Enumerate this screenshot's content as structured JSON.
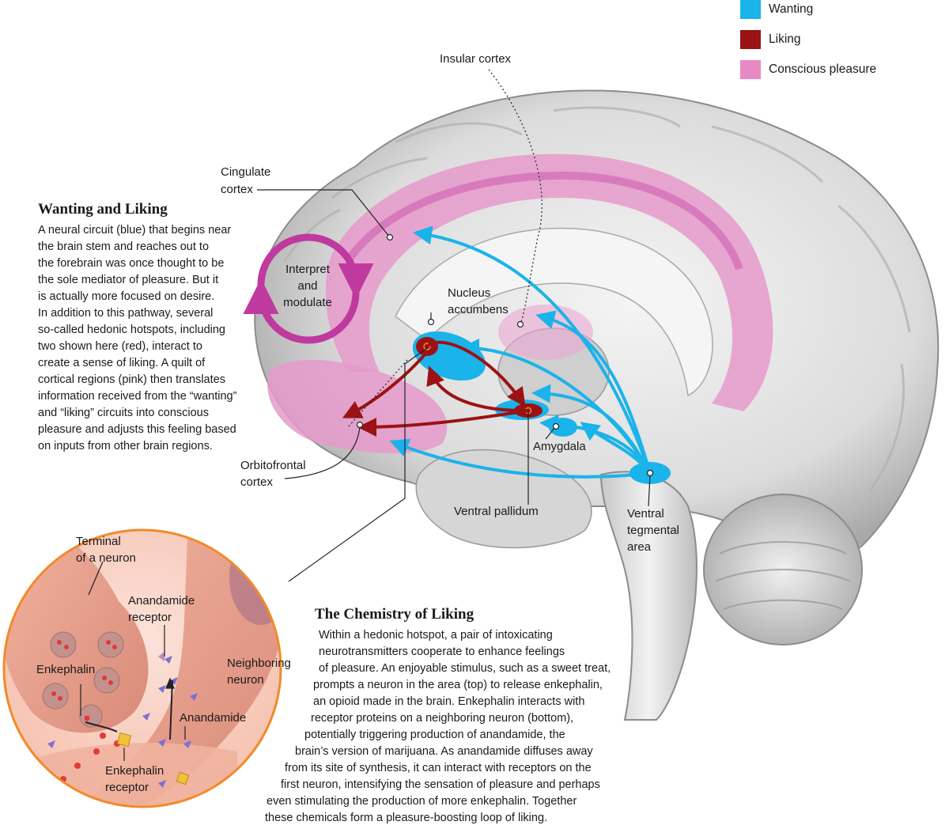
{
  "legend": [
    {
      "label": "Wanting",
      "color": "#1ab3ea"
    },
    {
      "label": "Liking",
      "color": "#9b1214"
    },
    {
      "label": "Conscious pleasure",
      "color": "#e789c4"
    }
  ],
  "labels": {
    "insular_cortex": "Insular cortex",
    "cingulate_1": "Cingulate",
    "cingulate_2": "cortex",
    "interpret_1": "Interpret",
    "interpret_2": "and",
    "interpret_3": "modulate",
    "nucleus_1": "Nucleus",
    "nucleus_2": "accumbens",
    "orbitofrontal_1": "Orbitofrontal",
    "orbitofrontal_2": "cortex",
    "amygdala": "Amygdala",
    "ventral_pallidum": "Ventral pallidum",
    "vta_1": "Ventral",
    "vta_2": "tegmental",
    "vta_3": "area",
    "terminal_1": "Terminal",
    "terminal_2": "of a neuron",
    "anandamide_receptor_1": "Anandamide",
    "anandamide_receptor_2": "receptor",
    "enkephalin": "Enkephalin",
    "neighboring_1": "Neighboring",
    "neighboring_2": "neuron",
    "anandamide": "Anandamide",
    "enkephalin_receptor_1": "Enkephalin",
    "enkephalin_receptor_2": "receptor"
  },
  "wanting_liking": {
    "title": "Wanting and Liking",
    "lines": [
      "A neural circuit (blue) that begins near",
      "the brain stem and reaches out to",
      "the forebrain was once thought to be",
      "the sole mediator of pleasure. But it",
      "is actually more focused on desire.",
      "In addition to this pathway, several",
      "so-called hedonic hotspots, including",
      "two shown here (red), interact to",
      "create a sense of liking. A quilt of",
      "cortical regions (pink) then translates",
      "information received from the “wanting”",
      "and “liking” circuits into conscious",
      "pleasure and adjusts this feeling based",
      "on inputs from other brain regions."
    ]
  },
  "chemistry": {
    "title": "The Chemistry of Liking",
    "lines": [
      "Within a hedonic hotspot, a pair of intoxicating",
      "neurotransmitters cooperate to enhance feelings",
      "of pleasure. An enjoyable stimulus, such as a sweet treat,",
      "prompts a neuron in the area (top) to release enkephalin,",
      "an opioid made in the brain. Enkephalin interacts with",
      "receptor proteins on a neighboring neuron (bottom),",
      "potentially triggering production of anandamide, the",
      "brain’s version of marijuana. As anandamide diffuses away",
      "from its site of synthesis, it can interact with receptors on the",
      "first neuron, intensifying the sensation of pleasure and perhaps",
      "even stimulating the production of more enkephalin. Together",
      "these chemicals form a pleasure-boosting loop of liking."
    ]
  }
}
